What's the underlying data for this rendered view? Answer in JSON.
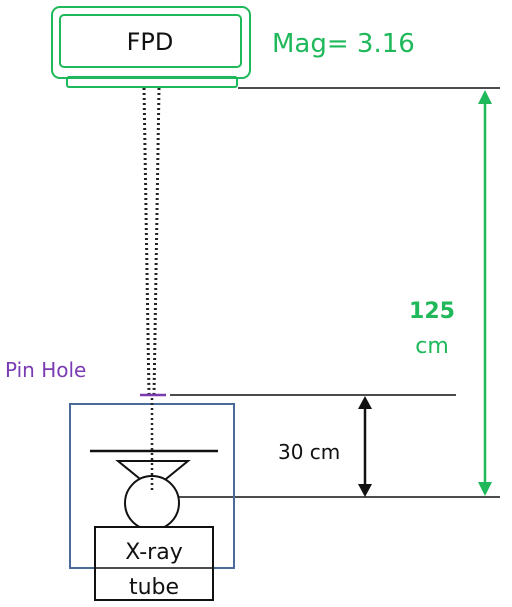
{
  "labels": {
    "detector": "FPD",
    "magnification": "Mag= 3.16",
    "distance_total_value": "125",
    "distance_total_unit": "cm",
    "pinhole": "Pin Hole",
    "distance_short": "30 cm",
    "tube_line1": "X-ray",
    "tube_line2": "tube"
  },
  "colors": {
    "green": "#1fb85a",
    "purple": "#7b3bb3",
    "blue_box": "#4a6a9a",
    "black": "#111111"
  }
}
